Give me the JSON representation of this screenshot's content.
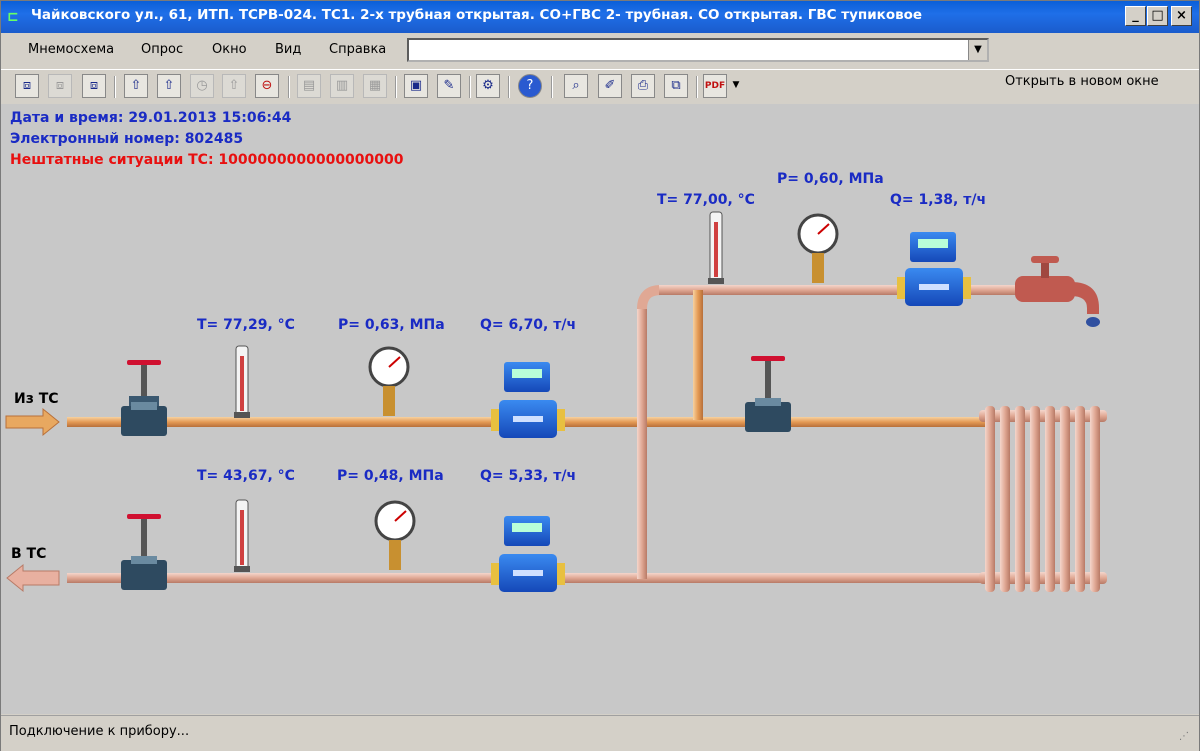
{
  "window": {
    "title": "Чайковского ул., 61, ИТП. ТСРВ-024. ТС1. 2-х трубная открытая. СО+ГВС 2- трубная. СО открытая. ГВС тупиковое"
  },
  "menu": {
    "items": [
      "Мнемосхема",
      "Опрос",
      "Окно",
      "Вид",
      "Справка"
    ],
    "open_new": "Открыть в новом окне"
  },
  "info": {
    "datetime": "Дата и время: 29.01.2013 15:06:44",
    "serial": "Электронный номер: 802485",
    "alarms": "Нештатные ситуации ТС: 1000000000000000000"
  },
  "supply": {
    "label": "Из ТС",
    "t": "T= 77,29, °C",
    "p": "P= 0,63, МПа",
    "q": "Q= 6,70, т/ч"
  },
  "return": {
    "label": "В ТС",
    "t": "T= 43,67, °C",
    "p": "P= 0,48, МПа",
    "q": "Q= 5,33, т/ч"
  },
  "hot_water": {
    "t": "T= 77,00, °C",
    "p": "P= 0,60, МПа",
    "q": "Q= 1,38, т/ч"
  },
  "status": {
    "text": "Подключение к прибору..."
  },
  "colors": {
    "pipe": "#e8a860",
    "return_pipe": "#e8b0a0",
    "label": "#1a2bc4",
    "alarm": "#e81010",
    "titlebar": "#0a5fd8"
  }
}
